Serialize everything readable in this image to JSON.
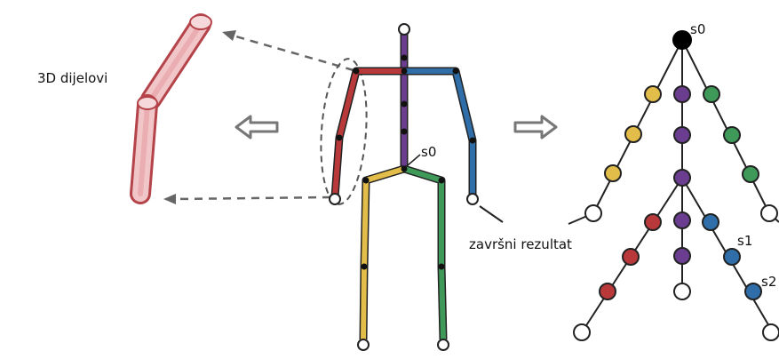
{
  "labels": {
    "parts_3d": "3D dijelovi",
    "final_result": "završni rezultat",
    "skeleton_root": "s0",
    "tree_root": "s0",
    "tree_s1": "s1",
    "tree_s2": "s2"
  },
  "colors": {
    "spine": "#6a3d8f",
    "left_arm": "#b9393b",
    "right_arm": "#2f6ea8",
    "left_leg": "#e3bd4a",
    "right_leg": "#3f9a5a",
    "limb_3d": "#c9585d",
    "limb_3d_fill": "#f1c6c8",
    "arrow": "#777777",
    "line": "#222222"
  },
  "icons": [
    "arrow-left-icon",
    "arrow-right-icon"
  ]
}
